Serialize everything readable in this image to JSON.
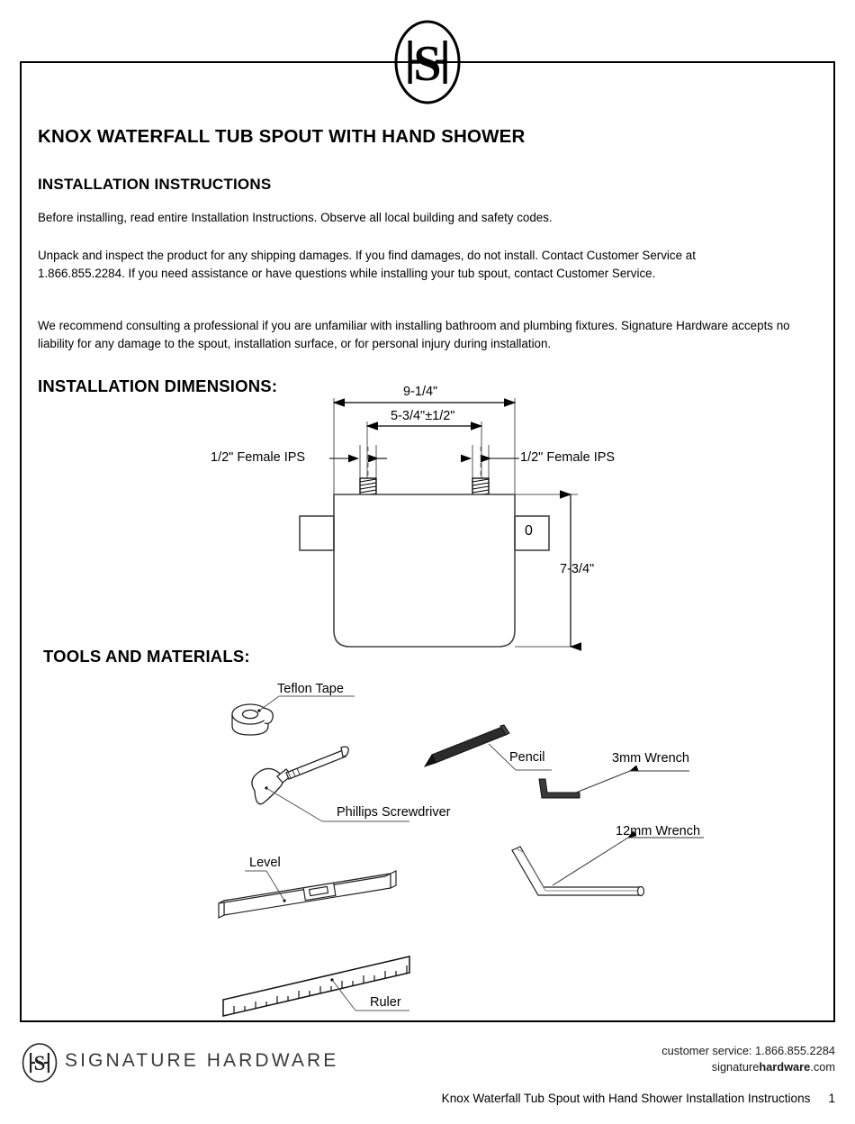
{
  "document": {
    "title": "KNOX WATERFALL TUB SPOUT WITH HAND SHOWER",
    "sections": {
      "installation_instructions": "INSTALLATION INSTRUCTIONS",
      "installation_dimensions": "INSTALLATION DIMENSIONS:",
      "tools_and_materials": "TOOLS AND MATERIALS:"
    },
    "paragraphs": [
      "Before installing, read entire Installation Instructions. Observe all local building and safety codes.",
      "Unpack and inspect the product for any shipping damages. If you find damages, do not install. Contact Customer Service at 1.866.855.2284. If you need assistance or have questions while installing your tub spout, contact Customer Service.",
      "We recommend consulting a professional if you are unfamiliar with installing bathroom and plumbing fixtures. Signature Hardware accepts no liability for any damage to the spout, installation surface, or for personal injury during installation."
    ]
  },
  "logo": {
    "monogram": "SH",
    "icon_name": "signature-hardware-monogram"
  },
  "dimensions_diagram": {
    "overall_width": "9-1/4\"",
    "inlet_spacing": "5-3/4\"±1/2\"",
    "height": "7-3/4\"",
    "inlet_left_label": "1/2\" Female IPS",
    "inlet_right_label": "1/2\" Female IPS",
    "port_marker": "0"
  },
  "tools": [
    {
      "label": "Teflon Tape",
      "icon_name": "teflon-tape-icon"
    },
    {
      "label": "Phillips Screwdriver",
      "icon_name": "phillips-screwdriver-icon"
    },
    {
      "label": "Pencil",
      "icon_name": "pencil-icon"
    },
    {
      "label": "3mm Wrench",
      "icon_name": "allen-wrench-3mm-icon"
    },
    {
      "label": "12mm Wrench",
      "icon_name": "allen-wrench-12mm-icon"
    },
    {
      "label": "Level",
      "icon_name": "level-icon"
    },
    {
      "label": "Ruler",
      "icon_name": "ruler-icon"
    }
  ],
  "footer": {
    "brand": "SIGNATURE HARDWARE",
    "customer_service": "customer service: 1.866.855.2284",
    "website_prefix": "signature",
    "website_bold": "hardware",
    "website_suffix": ".com",
    "doc_reference": "Knox Waterfall Tub Spout with Hand Shower Installation Instructions",
    "page_number": "1"
  },
  "colors": {
    "ink": "#000000",
    "line": "#1a1a1a",
    "brand_gray": "#3a3a3a"
  }
}
